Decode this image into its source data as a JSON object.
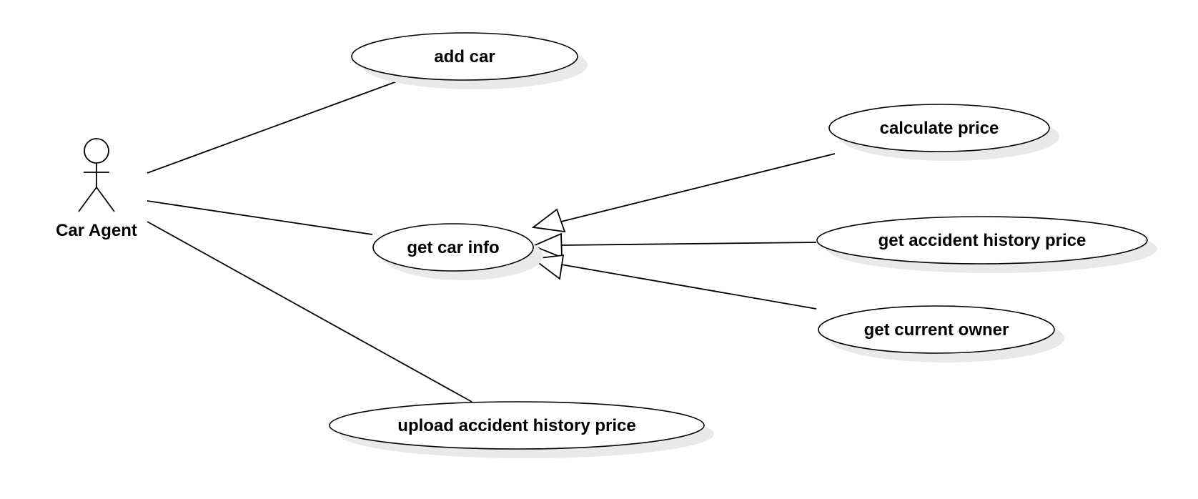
{
  "diagram": {
    "type": "use-case",
    "colors": {
      "stroke": "#000000",
      "fill": "#ffffff",
      "shadow": "#e9e9e9"
    },
    "actor": {
      "label": "Car Agent"
    },
    "use_cases": {
      "add_car": "add car",
      "get_car_info": "get car info",
      "upload_accident_history_price": "upload accident history price",
      "calculate_price": "calculate price",
      "get_accident_history_price": "get accident history price",
      "get_current_owner": "get current owner"
    },
    "associations": [
      {
        "from": "Car Agent",
        "to": "add car"
      },
      {
        "from": "Car Agent",
        "to": "get car info"
      },
      {
        "from": "Car Agent",
        "to": "upload accident history price"
      }
    ],
    "generalizations": [
      {
        "from": "calculate price",
        "to": "get car info"
      },
      {
        "from": "get accident history price",
        "to": "get car info"
      },
      {
        "from": "get current owner",
        "to": "get car info"
      }
    ]
  }
}
